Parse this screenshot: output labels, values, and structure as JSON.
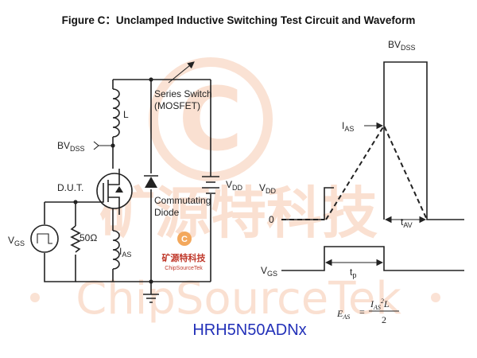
{
  "title": "Figure C：Unclamped Inductive Switching Test Circuit and Waveform",
  "circuit": {
    "series_switch": "Series Switch",
    "mosfet": "(MOSFET)",
    "inductor": "L",
    "bvdss_main": "BV",
    "bvdss_sub": "DSS",
    "dut": "D.U.T.",
    "vgs_main": "V",
    "vgs_sub": "GS",
    "resistor": "50Ω",
    "ias_main": "I",
    "ias_sub": "AS",
    "commutating": "Commutating",
    "diode": "Diode",
    "vdd_main": "V",
    "vdd_sub": "DD"
  },
  "waveform": {
    "bvdss_main": "BV",
    "bvdss_sub": "DSS",
    "ias_main": "I",
    "ias_sub": "AS",
    "vdd_main": "V",
    "vdd_sub": "DD",
    "zero": "0",
    "tav_main": "t",
    "tav_sub": "AV",
    "vgs_main": "V",
    "vgs_sub": "GS",
    "tp_main": "t",
    "tp_sub": "p"
  },
  "formula": {
    "lhs_main": "E",
    "lhs_sub": "AS",
    "eq": "=",
    "num_main": "I",
    "num_sub": "AS",
    "num_sup": "2",
    "num_L": "L",
    "den": "2"
  },
  "watermark": {
    "cn_large": "矿源特科技",
    "en_large": "ChipSourceTek",
    "logo_cn": "矿源特科技",
    "logo_en": "ChipSourceTek",
    "logo_letter": "C"
  },
  "part_number": "HRH5N50ADNx"
}
